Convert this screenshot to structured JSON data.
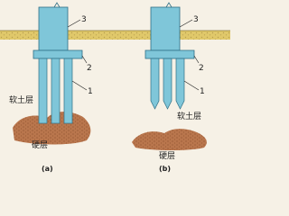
{
  "panels": [
    {
      "caption": "(a)",
      "soft_layer_label": "软土层",
      "hard_layer_label": "硬层",
      "callouts": [
        "3",
        "2",
        "1"
      ]
    },
    {
      "caption": "(b)",
      "soft_layer_label": "软土层",
      "hard_layer_label": "硬层",
      "callouts": [
        "3",
        "2",
        "1"
      ]
    }
  ],
  "colors": {
    "ground": "#e0c86a",
    "soil_dots": "#b8a050",
    "hard_layer": "#b9764d",
    "hard_layer_dark": "#8c4f2c",
    "structure": "#7fc6d9",
    "structure_edge": "#2f6f86",
    "background": "#f6f1e6"
  }
}
